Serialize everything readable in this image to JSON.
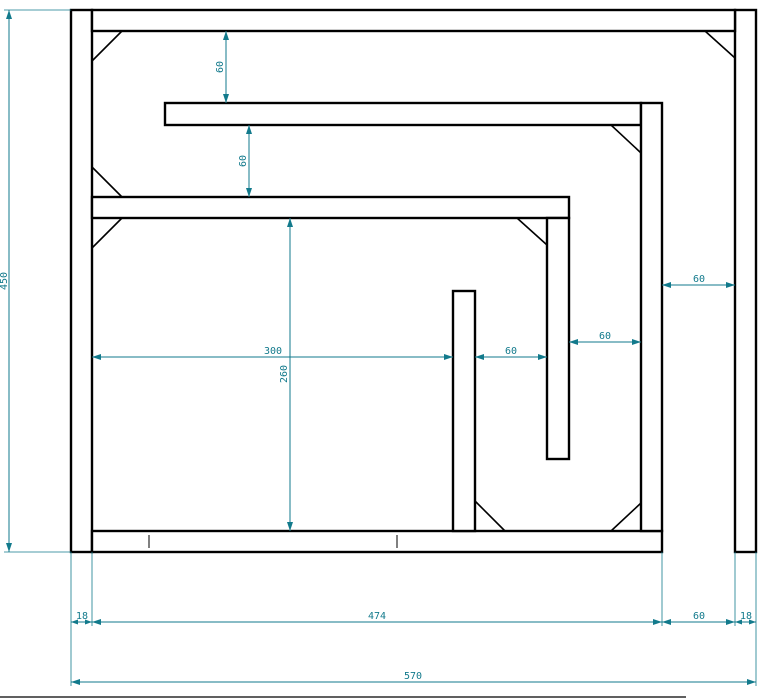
{
  "dimensions": {
    "total_height": "450",
    "total_width": "570",
    "left_panel_thickness": "18",
    "inner_width": "474",
    "chamber_depth_right": "60",
    "right_panel_thickness": "18",
    "top_gap": "60",
    "middle_gap": "60",
    "chamber_width": "300",
    "chamber_height": "260",
    "gap_between_dividers": "60",
    "gap_to_back_panel": "60",
    "outer_chamber_gap": "60"
  },
  "colors": {
    "outline": "#000000",
    "dimension": "#127a8c",
    "background": "#ffffff"
  }
}
